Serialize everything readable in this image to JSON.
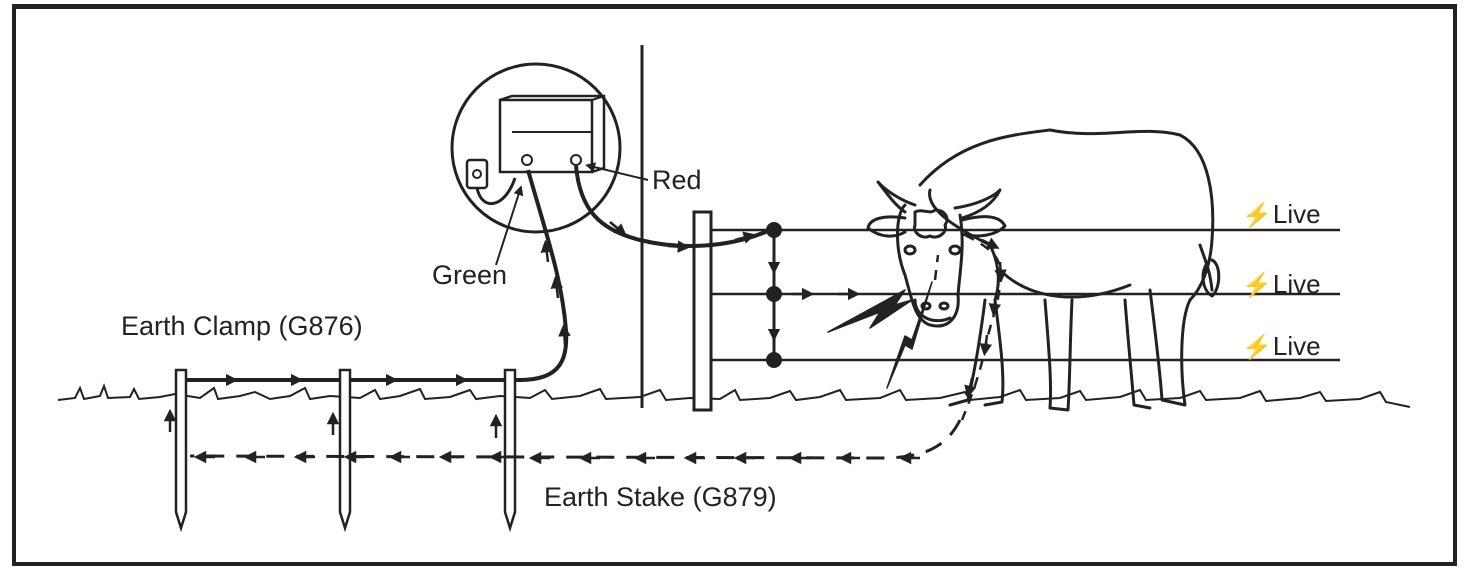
{
  "labels": {
    "red": "Red",
    "green": "Green",
    "earth_clamp": "Earth Clamp (G876)",
    "earth_stake": "Earth Stake (G879)",
    "live_top": "Live",
    "live_middle": "Live",
    "live_bottom": "Live"
  },
  "icons": {
    "live_symbol": "⚡",
    "names": [
      "energizer-icon",
      "power-plug-icon",
      "bolt-icon",
      "cow-illustration",
      "fence-post-icon",
      "earth-stake-icon"
    ]
  },
  "colors": {
    "line": "#222222",
    "background": "#ffffff"
  }
}
